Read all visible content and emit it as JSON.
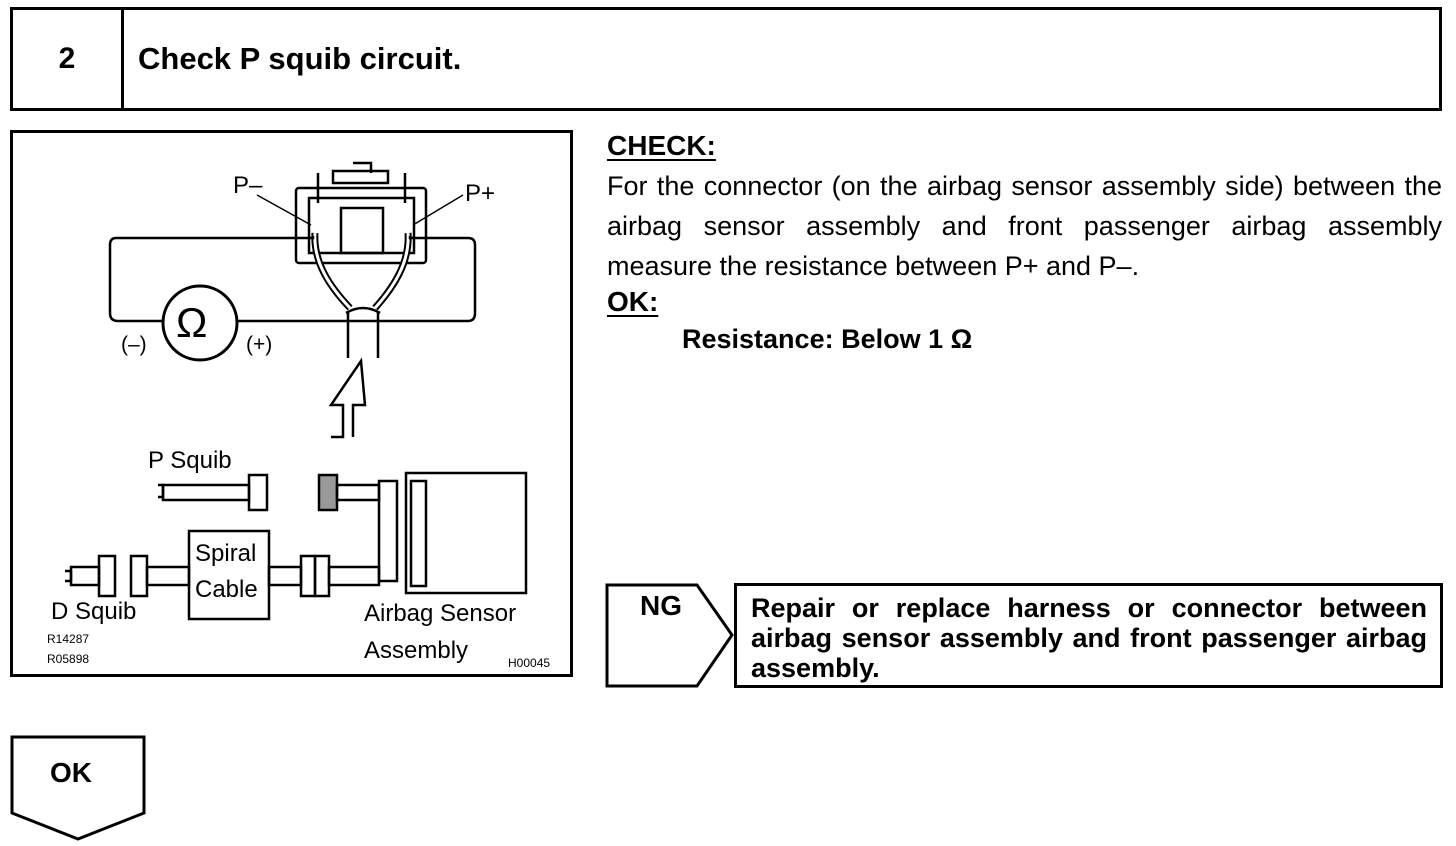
{
  "step": {
    "number": "2",
    "title": "Check P squib circuit."
  },
  "figure": {
    "labels": {
      "p_minus": "P–",
      "p_plus": "P+",
      "ohm_symbol": "Ω",
      "minus_terminal": "(–)",
      "plus_terminal": "(+)",
      "p_squib": "P Squib",
      "spiral_line1": "Spiral",
      "spiral_line2": "Cable",
      "d_squib": "D Squib",
      "airbag_sensor_line1": "Airbag  Sensor",
      "airbag_sensor_line2": "Assembly",
      "ref_code_1": "R14287",
      "ref_code_2": "R05898",
      "ref_code_3": "H00045"
    }
  },
  "check": {
    "heading": "CHECK:",
    "body": "For the connector (on the airbag sensor assembly side) between the airbag sensor assembly and front passenger airbag assembly measure the resistance between P+ and P–."
  },
  "ok": {
    "heading": "OK:",
    "spec": "Resistance: Below 1 Ω"
  },
  "ng_branch": {
    "label": "NG",
    "action": "Repair or replace harness or connector between airbag sensor assembly and front passenger airbag assembly."
  },
  "ok_branch": {
    "label": "OK"
  }
}
